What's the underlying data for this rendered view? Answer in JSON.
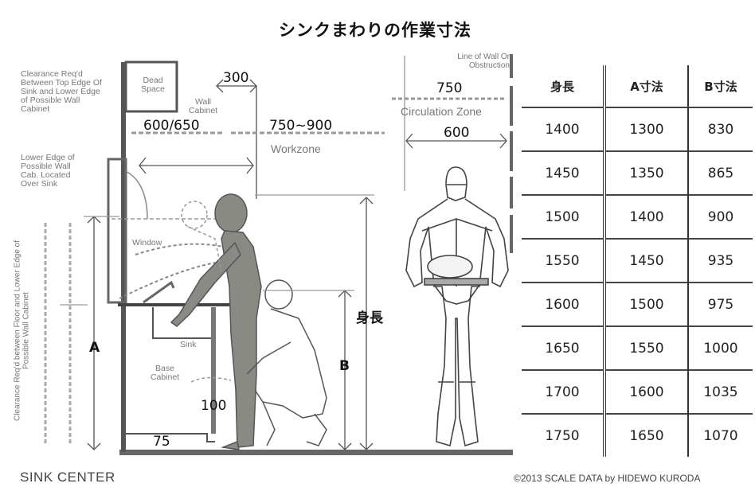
{
  "title": "シンクまわりの作業寸法",
  "labels": {
    "clearance_top": "Clearance Req'd Between Top Edge Of Sink and Lower Edge of Possible Wall Cabinet",
    "lower_edge": "Lower Edge of Possible Wall Cab. Located Over Sink",
    "clearance_floor": "Clearance Req'd between Floor and Lower Edge of Possible Wall Cabinet",
    "dead_space": "Dead Space",
    "wall_cabinet": "Wall Cabinet",
    "window": "Window",
    "sink": "Sink",
    "base_cabinet": "Base Cabinet",
    "workzone": "Workzone",
    "circulation_zone": "Circulation Zone",
    "line_of_wall": "Line of Wall Or Obstruction",
    "dim_A": "A",
    "dim_B": "B",
    "height_label": "身長"
  },
  "dimensions": {
    "d300": "300",
    "d600_650": "600/650",
    "d750_900": "750~900",
    "d750": "750",
    "d600": "600",
    "d100": "100",
    "d75": "75"
  },
  "table": {
    "headers": [
      "身長",
      "A寸法",
      "B寸法"
    ],
    "rows": [
      [
        "1400",
        "1300",
        "830"
      ],
      [
        "1450",
        "1350",
        "865"
      ],
      [
        "1500",
        "1400",
        "900"
      ],
      [
        "1550",
        "1450",
        "935"
      ],
      [
        "1600",
        "1500",
        "975"
      ],
      [
        "1650",
        "1550",
        "1000"
      ],
      [
        "1700",
        "1600",
        "1035"
      ],
      [
        "1750",
        "1650",
        "1070"
      ]
    ]
  },
  "footer": {
    "left": "SINK CENTER",
    "right": "©2013 SCALE DATA by HIDEWO KURODA"
  }
}
